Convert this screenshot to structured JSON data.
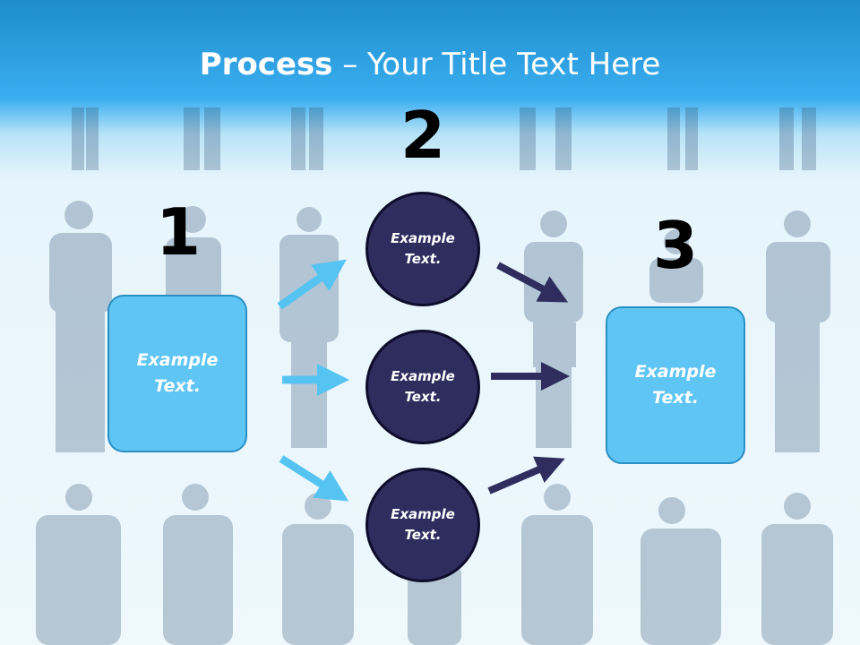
{
  "title": {
    "bold": "Process",
    "rest": " – Your Title Text Here"
  },
  "steps": {
    "n1": "1",
    "n2": "2",
    "n3": "3"
  },
  "boxes": {
    "left": "Example Text.",
    "right": "Example Text."
  },
  "circles": {
    "top": "Example Text.",
    "middle": "Example Text.",
    "bottom": "Example Text."
  },
  "colors": {
    "box_fill": "#5fc5f4",
    "circle_fill": "#2e2d5e",
    "light_arrow": "#56c4f2",
    "dark_arrow": "#2e2d5e",
    "header": "#2aa2e2"
  }
}
